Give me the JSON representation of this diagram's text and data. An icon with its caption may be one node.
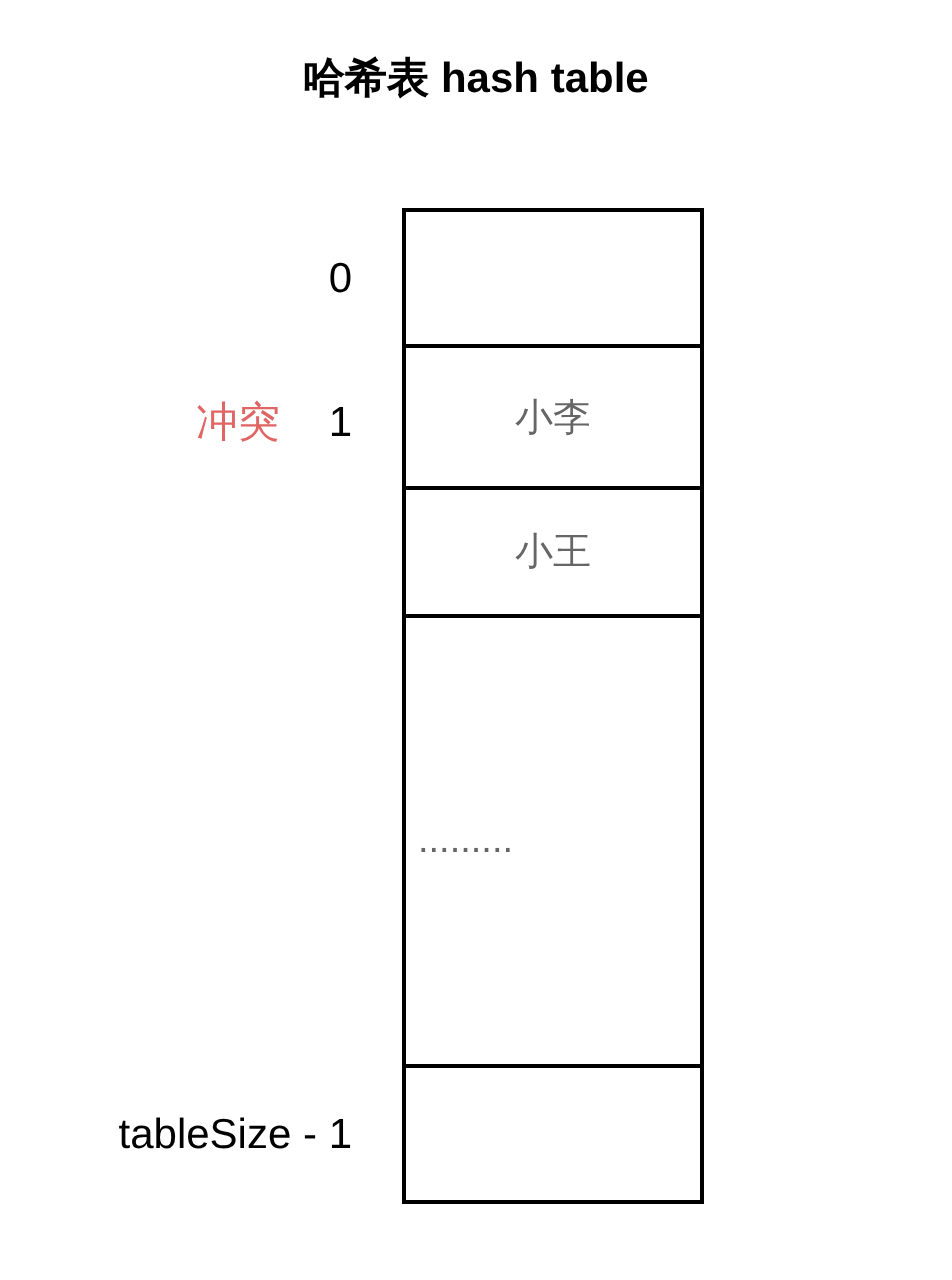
{
  "diagram": {
    "title": "哈希表 hash table",
    "nodes": [
      {
        "text": [],
        "shape": "box"
      },
      {
        "text": [
          "小李"
        ]
      },
      {
        "text": [
          "小王"
        ]
      },
      {
        "text": [
          "........."
        ]
      },
      {
        "text": [],
        "shape": "box"
      }
    ],
    "labels": [
      "0",
      "冲突",
      "1",
      "tableSize - 1"
    ]
  }
}
